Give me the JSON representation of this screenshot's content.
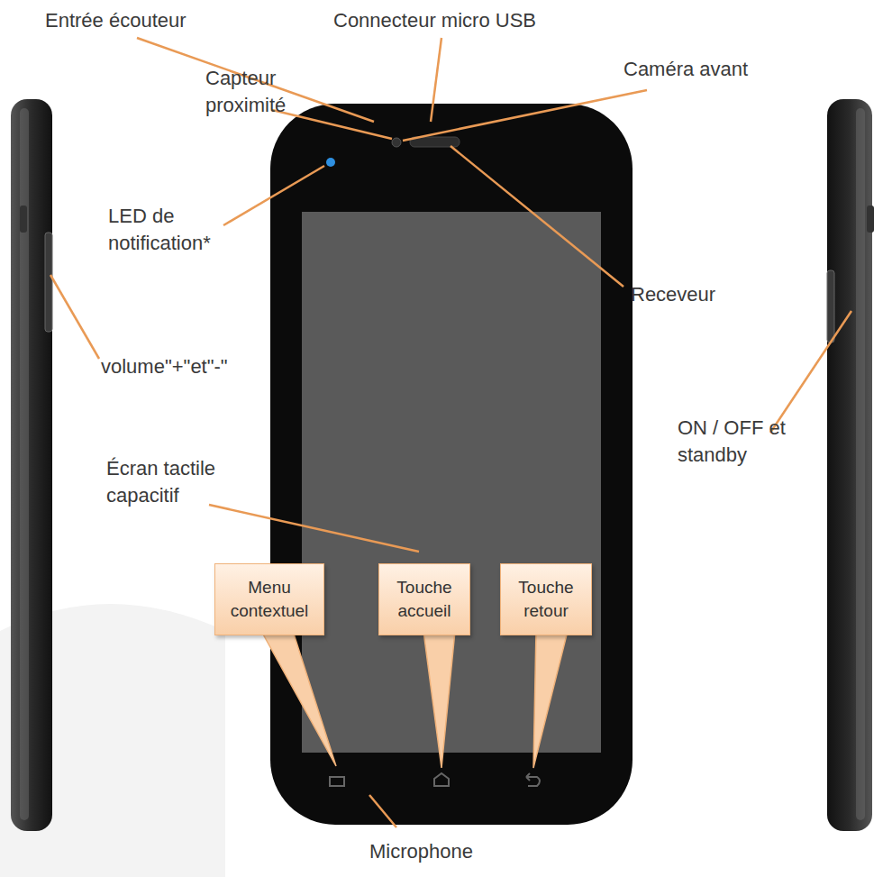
{
  "diagram": {
    "nodes": [
      {
        "text": [
          "Menu contextuel"
        ]
      },
      {
        "text": [
          "Touche accueil"
        ]
      },
      {
        "text": [
          "Touche retour"
        ]
      }
    ],
    "labels": [
      "Entrée écouteur",
      "Connecteur micro USB",
      "Capteur proximité",
      "Caméra avant",
      "LED de notification*",
      "Receveur",
      "volume\"+\"et\"-\"",
      "ON / OFF et standby",
      "Écran tactile capacitif",
      "Microphone"
    ]
  }
}
